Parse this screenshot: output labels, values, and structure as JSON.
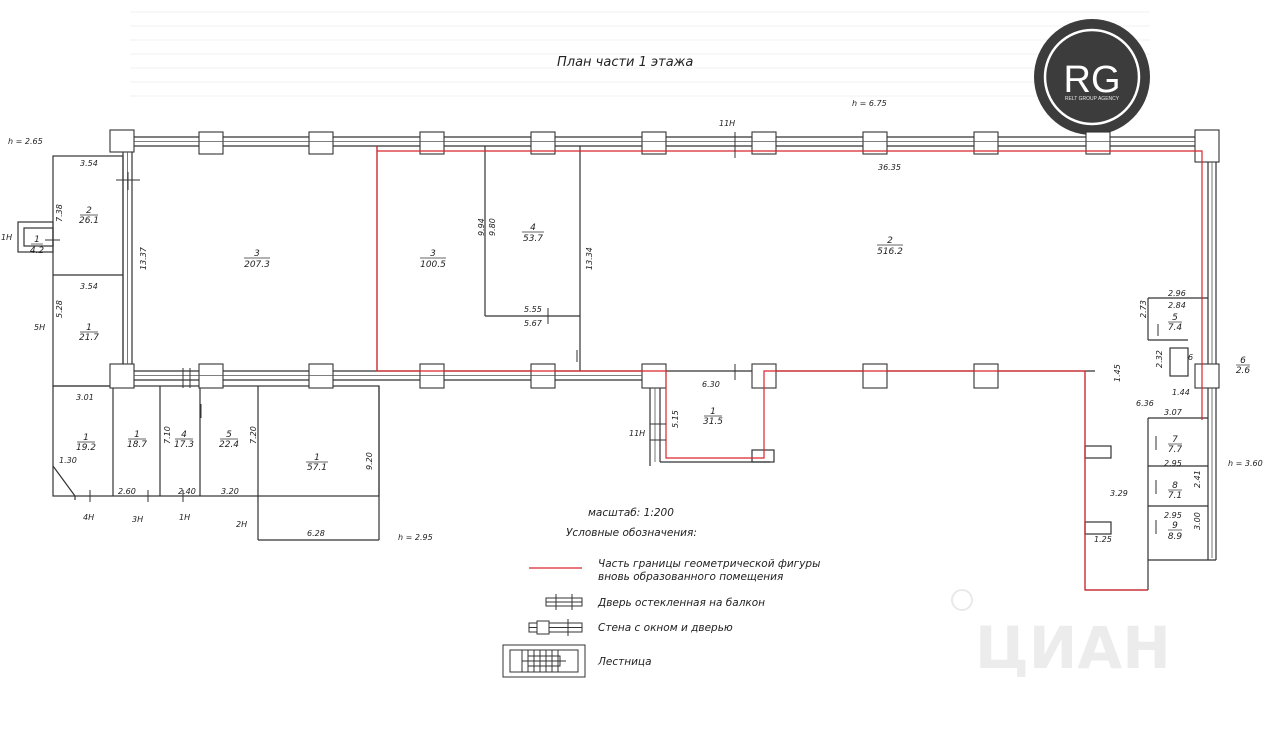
{
  "title": "План части 1 этажа",
  "heights": {
    "top": "h = 6.75",
    "left": "h = 2.65",
    "right": "h = 3.60",
    "bottom": "h = 2.95"
  },
  "logo": {
    "letters": "RG",
    "tagline": "RELT GROUP AGENCY"
  },
  "watermark": "ЦИАН",
  "scale": "масштаб: 1:200",
  "legend": {
    "heading": "Условные обозначения:",
    "items": [
      {
        "text1": "Часть границы геометрической фигуры",
        "text2": "вновь образованного помещения"
      },
      {
        "text1": "Дверь остекленная на балкон",
        "text2": ""
      },
      {
        "text1": "Стена с окном и дверью",
        "text2": ""
      },
      {
        "text1": "Лестница",
        "text2": ""
      }
    ]
  },
  "rooms": [
    {
      "num": "1",
      "area": "4.2"
    },
    {
      "num": "2",
      "area": "26.1"
    },
    {
      "num": "1",
      "area": "21.7"
    },
    {
      "num": "3",
      "area": "207.3"
    },
    {
      "num": "3",
      "area": "100.5"
    },
    {
      "num": "4",
      "area": "53.7"
    },
    {
      "num": "2",
      "area": "516.2"
    },
    {
      "num": "5",
      "area": "7.4"
    },
    {
      "num": "6",
      "area": "2.6"
    },
    {
      "num": "1",
      "area": "19.2"
    },
    {
      "num": "1",
      "area": "18.7"
    },
    {
      "num": "4",
      "area": "17.3"
    },
    {
      "num": "5",
      "area": "22.4"
    },
    {
      "num": "1",
      "area": "57.1"
    },
    {
      "num": "1",
      "area": "31.5"
    },
    {
      "num": "7",
      "area": "7.7"
    },
    {
      "num": "8",
      "area": "7.1"
    },
    {
      "num": "9",
      "area": "8.9"
    }
  ],
  "dimensions": [
    "3.54",
    "7.38",
    "13.37",
    "3.54",
    "5.28",
    "3.01",
    "1.30",
    "2.60",
    "2.40",
    "3.20",
    "7.10",
    "7.20",
    "9.20",
    "6.28",
    "9.94",
    "9.80",
    "13.34",
    "5.55",
    "5.67",
    "6.30",
    "5.15",
    "36.35",
    "2.96",
    "2.84",
    "2.73",
    "2.32",
    "1.44",
    "6",
    "6.36",
    "3.07",
    "2.95",
    "2.41",
    "3.29",
    "2.95",
    "3.00",
    "1.25",
    "1.45"
  ],
  "openings": [
    "1Н",
    "5Н",
    "4Н",
    "3Н",
    "1Н",
    "2Н",
    "11Н",
    "11Н"
  ]
}
